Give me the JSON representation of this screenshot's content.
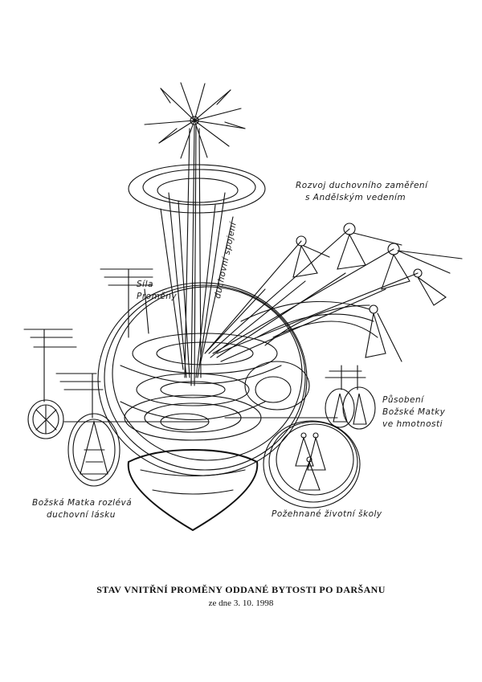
{
  "annotations": {
    "development_line1": "Rozvoj duchovního zaměření",
    "development_line2": "s Andělským vedením",
    "spiritual_connection": "duchovní spojení",
    "force_line1": "Síla",
    "force_line2": "Proměny",
    "action_line1": "Působení",
    "action_line2": "Božské Matky",
    "action_line3": "ve hmotnosti",
    "mother_line1": "Božská Matka rozlévá",
    "mother_line2": "duchovní lásku",
    "schools": "Požehnané životní školy"
  },
  "caption": {
    "title": "STAV VNITŘNÍ PROMĚNY ODDANÉ BYTOSTI PO DARŠANU",
    "date": "ze dne 3. 10. 1998"
  }
}
